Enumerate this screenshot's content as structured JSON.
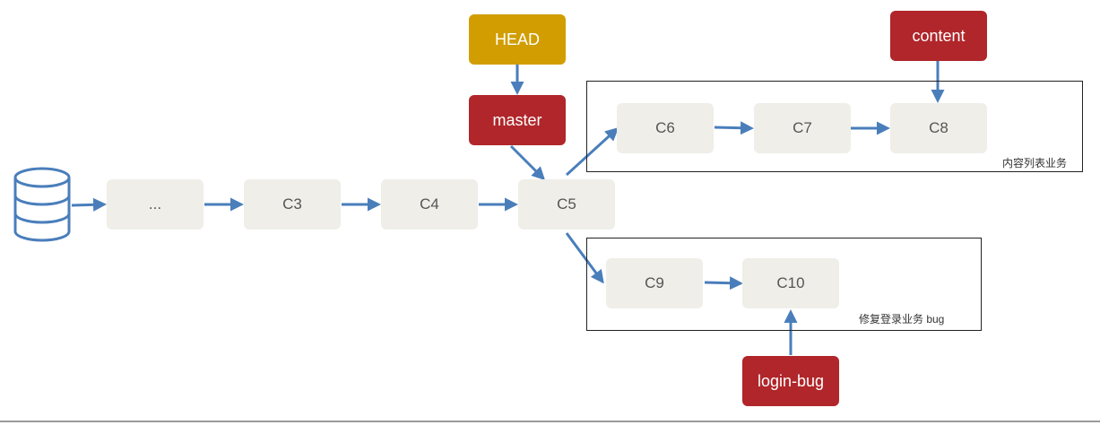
{
  "colors": {
    "commit_fill": "#efeee8",
    "head_fill": "#d19d00",
    "branch_fill": "#b0262a",
    "arrow": "#4a7ebb",
    "frame": "#222222"
  },
  "icons": {
    "repository": "database-icon"
  },
  "pointers": {
    "head": "HEAD",
    "master": "master",
    "content": "content",
    "login_bug": "login-bug"
  },
  "commits": {
    "ellipsis": "...",
    "c3": "C3",
    "c4": "C4",
    "c5": "C5",
    "c6": "C6",
    "c7": "C7",
    "c8": "C8",
    "c9": "C9",
    "c10": "C10"
  },
  "groups": {
    "content_caption": "内容列表业务",
    "bug_caption": "修复登录业务 bug"
  }
}
